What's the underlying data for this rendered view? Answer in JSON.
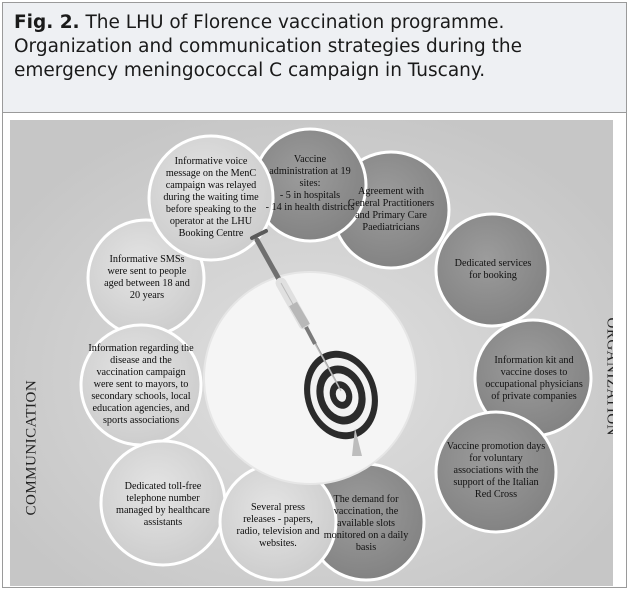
{
  "caption": {
    "figure_label": "Fig. 2.",
    "text": "The LHU of Florence vaccination programme. Organization and communication strategies during the emergency meningococcal C campaign in Tuscany."
  },
  "side_labels": {
    "left": "COMMUNICATION",
    "right": "ORGANIZATION"
  },
  "bubbles": {
    "voice_message": "Informative voice message on the MenC campaign was relayed during the waiting time before speaking to the operator at the LHU Booking Centre",
    "vaccine_sites": "Vaccine administration at 19 sites:\n- 5 in hospitals\n- 14 in health districts",
    "agreement": "Agreement with General Practitioners and Primary Care Paediatricians",
    "sms": "Informative SMSs were sent to people aged between 18 and 20 years",
    "booking": "Dedicated services for booking",
    "information": "Information regarding the disease and the vaccination campaign were sent to mayors, to secondary schools, local education agencies, and sports associations",
    "info_kit": "Information kit and vaccine doses to occupational physicians of private companies",
    "red_cross": "Vaccine promotion days for voluntary associations with the support of the Italian Red Cross",
    "toll_free": "Dedicated toll-free telephone number managed by healthcare assistants",
    "press": "Several press releases - papers, radio, television and websites.",
    "demand": "The demand for vaccination, the available slots monitored on a daily basis"
  },
  "colors": {
    "communication_bubble": "#d9d9d9",
    "organization_bubble": "#8f8f8f",
    "background": "#cfcfcf",
    "center": "#f4f4f4"
  },
  "center_image": "syringe-and-target-icon"
}
